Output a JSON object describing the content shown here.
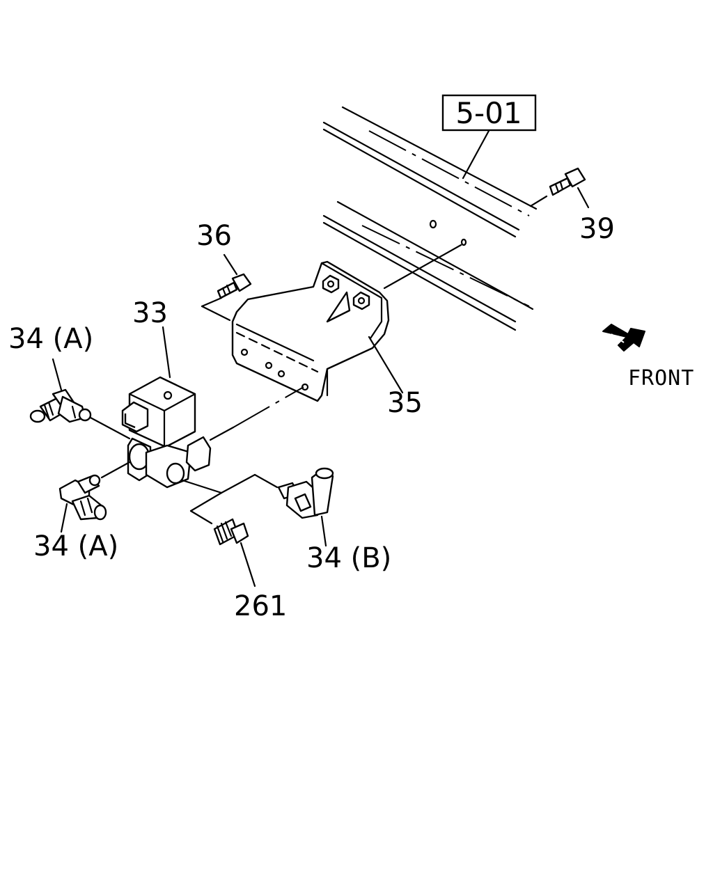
{
  "callouts": {
    "ref_box": "5-01",
    "p39": "39",
    "p36": "36",
    "p33": "33",
    "p34a_top": "34 (A)",
    "p34a_bottom": "34 (A)",
    "p35": "35",
    "p34b": "34 (B)",
    "p261": "261"
  },
  "direction": {
    "label": "FRONT",
    "icon": "front-arrow-icon"
  }
}
